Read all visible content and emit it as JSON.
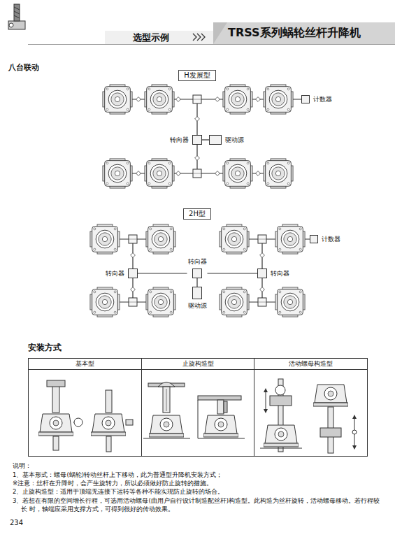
{
  "diagram": {
    "title": "TRSS系列蜗轮丝杆升降机",
    "nodes": [
      {
        "text": [
          "H发展型"
        ]
      },
      {
        "text": [
          "计数器"
        ]
      },
      {
        "text": [
          "转向器"
        ]
      },
      {
        "text": [
          "驱动源"
        ]
      },
      {
        "text": [
          "2H型"
        ]
      },
      {
        "text": [
          "计数器"
        ]
      },
      {
        "text": [
          "转向器"
        ]
      },
      {
        "text": [
          "转向器"
        ]
      },
      {
        "text": [
          "转向器"
        ]
      },
      {
        "text": [
          "驱动源"
        ]
      },
      {
        "text": [
          "基本型"
        ]
      },
      {
        "text": [
          "止旋构造型"
        ]
      },
      {
        "text": [
          "活动螺母构造型"
        ]
      }
    ],
    "edges": [
      {
        "from": 3,
        "to": 2,
        "arrow": "none"
      },
      {
        "from": 7,
        "to": 6,
        "arrow": "none"
      },
      {
        "from": 6,
        "to": 8,
        "arrow": "none"
      },
      {
        "from": 9,
        "to": 6,
        "arrow": "none"
      }
    ],
    "labels": [
      "选型示例",
      "八台联动",
      "安装方式",
      "说明：",
      "1、基本形式：螺母(蜗轮)转动丝杆上下移动，此为普通型升降机安装方式；",
      "※注意：丝杆在升降时，会产生旋转力，所以必须做好防止旋转的措施。",
      "2、止旋构造型：适用于顶端无连接下运转等各种不能实现防止旋转的场合。",
      "3、若想在有限的空间增长行程，可选用活动螺母(由用户自行设计制造配丝杆)构造型。此构造为丝杆旋转，活动螺母移动。若行程较长 时，轴端应采用支撑方式，可得到很好的传动效果。",
      "234"
    ]
  }
}
